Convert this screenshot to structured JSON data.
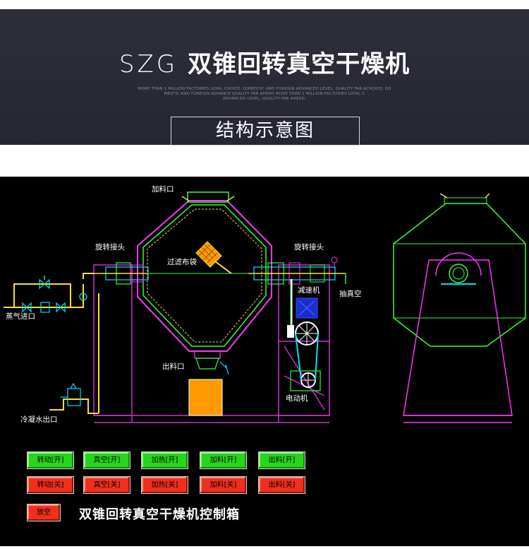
{
  "header": {
    "title_latin": "SZG",
    "title_cjk": "双锥回转真空干燥机",
    "subtitle_lines": [
      "MORE THAN 1 MILLION FACTORIES LOYAL CHOICE, DOMESTIC AND FOREIGN ADVANCED LEVEL, QUALITY FAR ACHOICE; DO",
      "MESTIC AND FOREIGN ADVANCE QUALITY FAR AHEAD MORE THAN 1 MILLION FACTORIES LOYAL C",
      "ADVANCED LEVEL, QUALITY FAR AHEAD."
    ],
    "section_label": "结构示意图"
  },
  "diagram": {
    "labels": {
      "feed_inlet": "加料口",
      "rotary_joint_left": "旋转接头",
      "rotary_joint_right": "旋转接头",
      "filter_bag": "过滤布袋",
      "reducer": "减速机",
      "vacuum_pump": "抽真空",
      "steam_inlet": "蒸气进口",
      "discharge": "出料口",
      "motor": "电动机",
      "condensate_outlet": "冷凝水出口"
    },
    "colors": {
      "vessel": "#ff33ff",
      "jacket": "#33ff33",
      "steam_line": "#ffe033",
      "accent": "#00e0ff",
      "drive": "#3355ff",
      "frame": "#cc33cc",
      "bin": "#ff9900"
    }
  },
  "controls": {
    "row_on": [
      "转动[开]",
      "真空[开]",
      "加热[开]",
      "加料[开]",
      "出料[开]"
    ],
    "row_off": [
      "转动[关]",
      "真空[关]",
      "加热[关]",
      "加料[关]",
      "出料[关]"
    ],
    "vent": "放空",
    "panel_title": "双锥回转真空干燥机控制箱",
    "colors": {
      "on": "#29d41c",
      "off": "#f0301c"
    }
  }
}
